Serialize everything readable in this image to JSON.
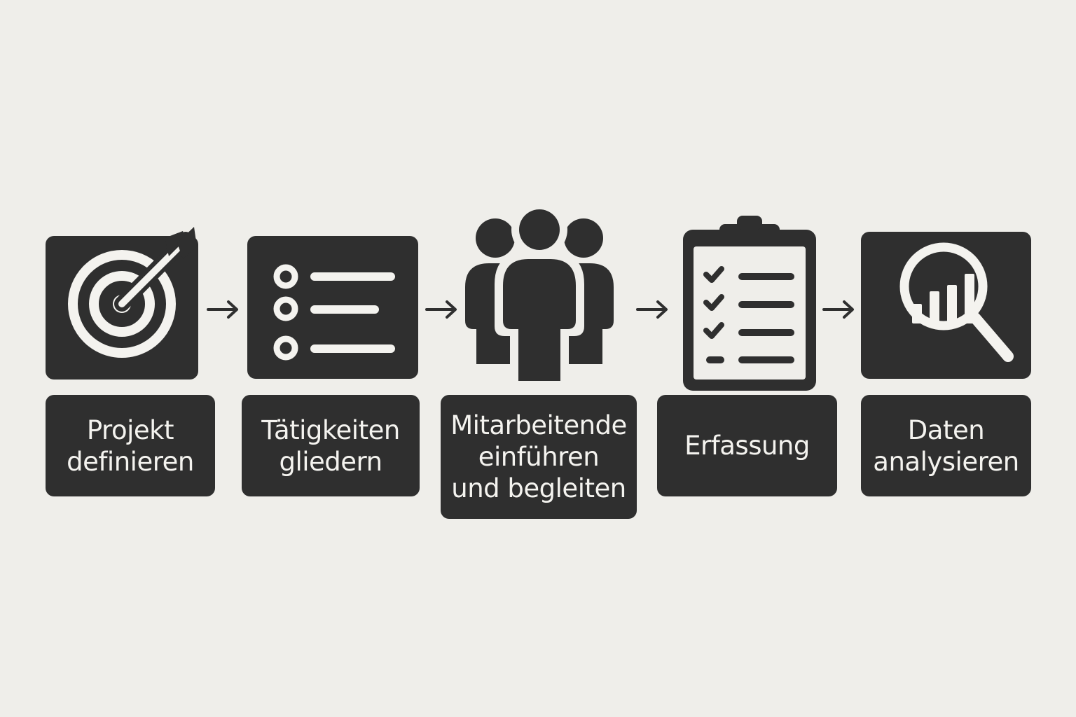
{
  "colors": {
    "background": "#efeeea",
    "box": "#2f2f2f",
    "icon_light": "#f4f3ef"
  },
  "steps": [
    {
      "label": "Projekt\ndefinieren",
      "icon": "target-arrow-icon"
    },
    {
      "label": "Tätigkeiten\ngliedern",
      "icon": "list-icon"
    },
    {
      "label": "Mitarbeitende\neinführen\nund begleiten",
      "icon": "people-group-icon"
    },
    {
      "label": "Erfassung",
      "icon": "clipboard-checklist-icon"
    },
    {
      "label": "Daten\nanalysieren",
      "icon": "magnifier-chart-icon"
    }
  ]
}
